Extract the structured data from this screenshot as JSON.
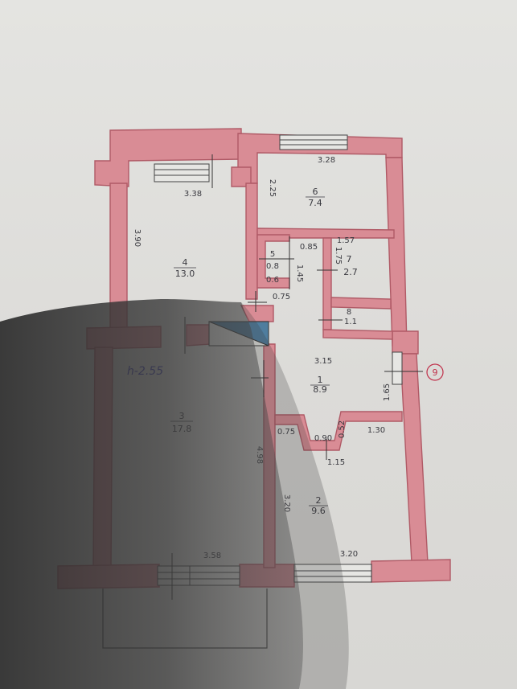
{
  "rooms": [
    {
      "number": "1",
      "area": "8.9"
    },
    {
      "number": "2",
      "area": "9.6"
    },
    {
      "number": "3",
      "area": "17.8"
    },
    {
      "number": "4",
      "area": "13.0"
    },
    {
      "number": "5",
      "area": "0.8"
    },
    {
      "number": "6",
      "area": "7.4"
    },
    {
      "number": "7",
      "area": "2.7"
    },
    {
      "number": "8",
      "area": "1.1"
    }
  ],
  "dimensions": {
    "room6_width": "3.28",
    "room6_depth": "2.25",
    "room4_width": "3.38",
    "room4_depth": "3.90",
    "corridor_085": "0.85",
    "room7_width": "1.57",
    "room7_depth": "1.75",
    "room5_depth": "1.45",
    "room5_width": "0.6",
    "door_075_top": "0.75",
    "room1_width": "3.15",
    "room1_depth": "1.65",
    "room3_depth": "4.98",
    "door_075_bottom": "0.75",
    "step_090": "0.90",
    "step_052": "0.52",
    "room2_top": "1.30",
    "room1_bottom": "1.15",
    "room2_depth": "3.20",
    "room3_width": "3.58",
    "room2_width": "3.20"
  },
  "ceiling_note": "h-2.55",
  "marker": "9",
  "colors": {
    "wall_fill": "#d98c95",
    "wall_stroke": "#b05a66",
    "paper": "#e4e4e1",
    "stair_blue": "#4f7d9e"
  }
}
